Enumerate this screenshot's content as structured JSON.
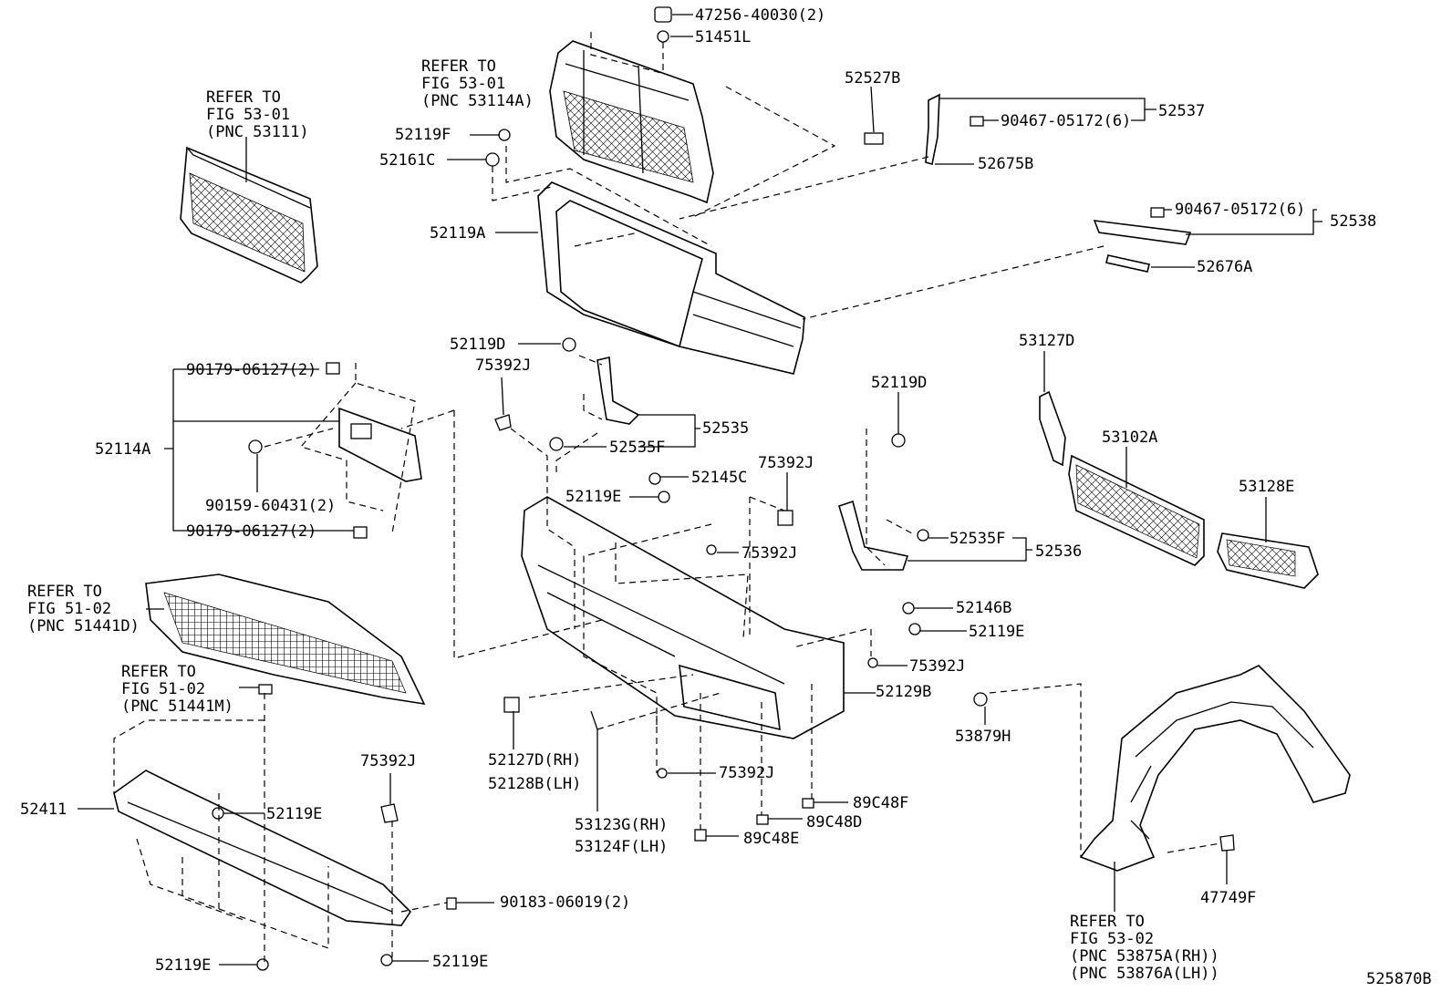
{
  "diagram_id": "525870B",
  "refs": {
    "grille_upper": [
      "REFER TO",
      "FIG 53-01",
      "(PNC 53114A)"
    ],
    "grille": [
      "REFER TO",
      "FIG 53-01",
      "(PNC 53111)"
    ],
    "undercover": [
      "REFER TO",
      "FIG 51-02",
      "(PNC 51441D)"
    ],
    "undercover_m": [
      "REFER TO",
      "FIG 51-02",
      "(PNC 51441M)"
    ],
    "liner": [
      "REFER TO",
      "FIG 53-02",
      "(PNC 53875A(RH))",
      "(PNC 53876A(LH))"
    ]
  },
  "parts": {
    "p47256": "47256-40030(2)",
    "p51451L": "51451L",
    "p52527B": "52527B",
    "p52537": "52537",
    "p90467a": "90467-05172(6)",
    "p52675B": "52675B",
    "p52119F": "52119F",
    "p52161C": "52161C",
    "p52119A": "52119A",
    "p90467b": "90467-05172(6)",
    "p52538": "52538",
    "p52676A": "52676A",
    "p52119D_a": "52119D",
    "p75392J_a": "75392J",
    "p52535": "52535",
    "p52535F_a": "52535F",
    "p90179a": "90179-06127(2)",
    "p52114A": "52114A",
    "p90159": "90159-60431(2)",
    "p90179b": "90179-06127(2)",
    "p52145C": "52145C",
    "p52119E_a": "52119E",
    "p75392J_b": "75392J",
    "p75392J_c": "75392J",
    "p52119D_b": "52119D",
    "p52535F_b": "52535F",
    "p52536": "52536",
    "p52146B": "52146B",
    "p52119E_b": "52119E",
    "p75392J_d": "75392J",
    "p52129B": "52129B",
    "p53879H": "53879H",
    "p53127D": "53127D",
    "p53102A": "53102A",
    "p53128E": "53128E",
    "p52127D": "52127D(RH)",
    "p52128B": "52128B(LH)",
    "p53123G": "53123G(RH)",
    "p53124F": "53124F(LH)",
    "p75392J_e": "75392J",
    "p89C48F": "89C48F",
    "p89C48D": "89C48D",
    "p89C48E": "89C48E",
    "p75392J_f": "75392J",
    "p52411": "52411",
    "p52119E_c": "52119E",
    "p90183": "90183-06019(2)",
    "p52119E_d": "52119E",
    "p52119E_e": "52119E",
    "p47749F": "47749F"
  }
}
